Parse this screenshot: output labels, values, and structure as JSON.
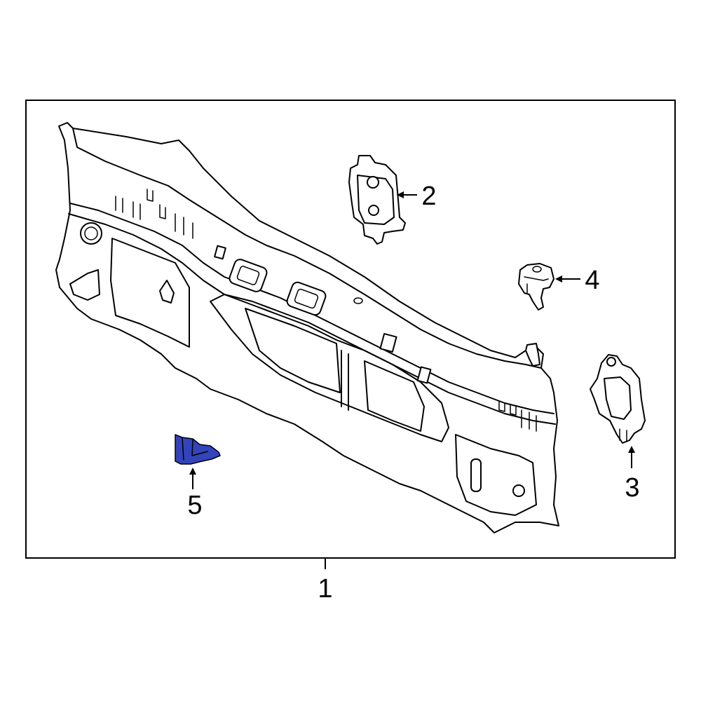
{
  "callouts": {
    "c1": "1",
    "c2": "2",
    "c3": "3",
    "c4": "4",
    "c5": "5"
  },
  "colors": {
    "highlight_part": "#3344bb",
    "line": "#000000",
    "background": "#ffffff"
  },
  "highlighted_callout": "5"
}
